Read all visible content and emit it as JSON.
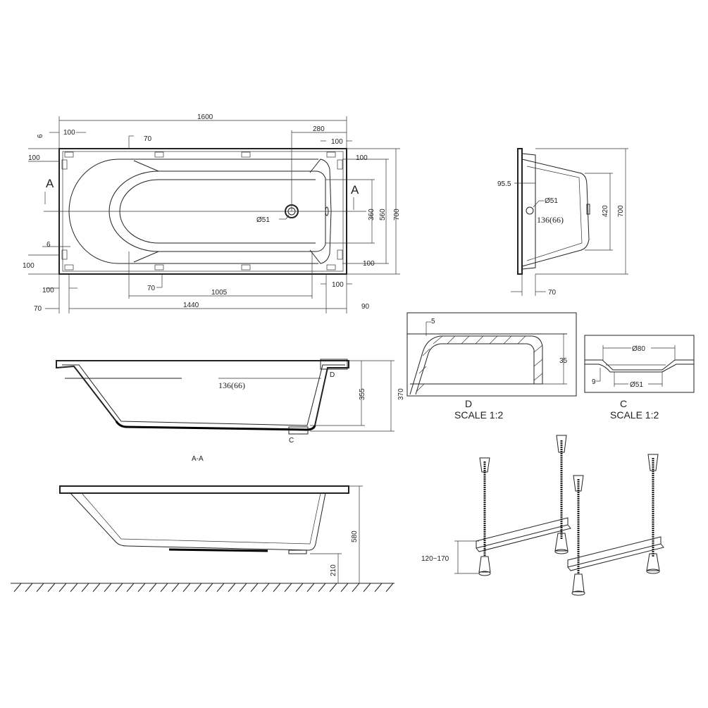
{
  "top_view": {
    "dims": {
      "length": "1600",
      "d100_tl": "100",
      "d70_top": "70",
      "d280": "280",
      "d100_tr": "100",
      "d6_top": "6",
      "d100_l1": "100",
      "d100_r1": "100",
      "d360": "360",
      "d560": "560",
      "d700": "700",
      "d6_side": "6",
      "d100_l2": "100",
      "d100_r2": "100",
      "d100_bl": "100",
      "d70_bot": "70",
      "d1005": "1005",
      "d100_br": "100",
      "d70_left": "70",
      "d1440": "1440",
      "d90": "90"
    },
    "drain_label": "Ø51",
    "section_mark_left": "A",
    "section_mark_right": "A"
  },
  "side_view": {
    "d95_5": "95.5",
    "drain": "Ø51",
    "overflow": "136(66)",
    "d420": "420",
    "d700": "700",
    "d70": "70"
  },
  "section_aa": {
    "title": "A-A",
    "overflow": "136(66)",
    "d355": "355",
    "d370": "370",
    "detail_d": "D",
    "detail_c": "C"
  },
  "elevation": {
    "d580": "580",
    "d210": "210",
    "d120_170": "120~170"
  },
  "detail_d": {
    "d5": "5",
    "d35": "35",
    "name": "D",
    "scale": "SCALE 1:2"
  },
  "detail_c": {
    "d80": "Ø80",
    "d51": "Ø51",
    "d9": "9",
    "name": "C",
    "scale": "SCALE 1:2"
  }
}
